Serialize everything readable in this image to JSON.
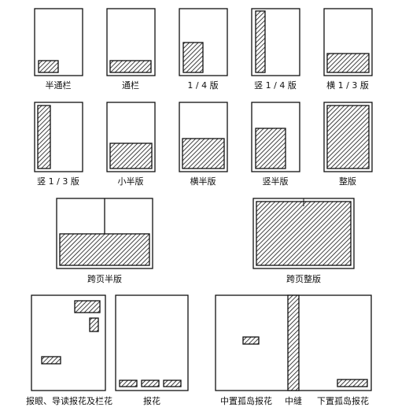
{
  "colors": {
    "stroke": "#111111",
    "hatch": "#111111",
    "background": "#ffffff"
  },
  "layouts": {
    "half_through": "半通栏",
    "through": "通栏",
    "quarter": "1 / 4 版",
    "vertical_quarter": "竖 1 / 4 版",
    "horizontal_third": "横 1 / 3 版",
    "vertical_third": "竖 1 / 3 版",
    "small_half": "小半版",
    "horizontal_half": "横半版",
    "vertical_half": "竖半版",
    "full": "整版",
    "spread_half": "跨页半版",
    "spread_full": "跨页整版",
    "masthead_ads": "报眼、导读报花及栏花",
    "ad_flowers": "报花",
    "center_island": "中置孤岛报花",
    "gutter": "中缝",
    "bottom_island": "下置孤岛报花"
  }
}
